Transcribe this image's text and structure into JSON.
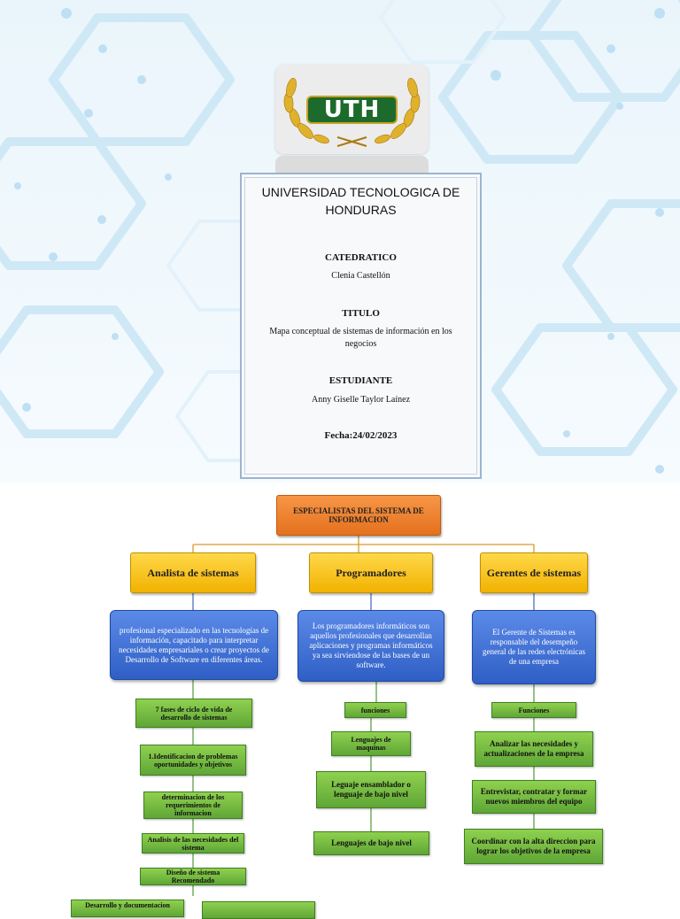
{
  "logo": {
    "text": "UTH"
  },
  "cover": {
    "university": "UNIVERSIDAD TECNOLOGICA DE HONDURAS",
    "catedratico_label": "CATEDRATICO",
    "catedratico": "Clenia Castellón",
    "titulo_label": "TITULO",
    "titulo": "Mapa conceptual de sistemas de información en los negocios",
    "estudiante_label": "ESTUDIANTE",
    "estudiante": "Anny Giselle Taylor Laínez",
    "fecha": "Fecha:24/02/2023"
  },
  "map": {
    "root": "ESPECIALISTAS DEL SISTEMA DE INFORMACION",
    "branches": [
      {
        "title": "Analista de sistemas",
        "description": "profesional especializado en las tecnologías de información, capacitado para interpretar necesidades empresariales o crear proyectos de Desarrollo de Software en diferentes áreas.",
        "items": [
          "7 fases de ciclo de vida de desarrollo de sistemas",
          "1.Identificacion de problemas oportunidades y objetivos",
          "determinacion de los requerimientos de informacion",
          "Analisis de las necesidades del sistema",
          "Diseño de sistema Recomendado",
          "Desarrollo y documentacion",
          ""
        ]
      },
      {
        "title": "Programadores",
        "description": "Los programadores informáticos son aquellos profesionales que desarrollan aplicaciones y programas informáticos ya sea sirviendose de las bases de un software.",
        "items": [
          "funciones",
          "Lenguajes de maquinas",
          "Leguaje ensamblador o lenguaje de bajo nivel",
          "Lenguajes de bajo nivel"
        ]
      },
      {
        "title": "Gerentes de sistemas",
        "description": "El Gerente de Sistemas es responsable del desempeño general de las redes electrónicas de una empresa",
        "items": [
          "Funciones",
          "Analizar las necesidades y actualizaciones de la empresa",
          "Entrevistar, contratar y formar nuevos miembros del equipo",
          "Coordinar con la alta direccion para lograr los objetivos de la empresa"
        ]
      }
    ]
  },
  "colors": {
    "root": "#f0812c",
    "branch": "#f7c318",
    "description": "#3e6fd6",
    "item": "#76bb44",
    "connector": "#d79b2a"
  }
}
